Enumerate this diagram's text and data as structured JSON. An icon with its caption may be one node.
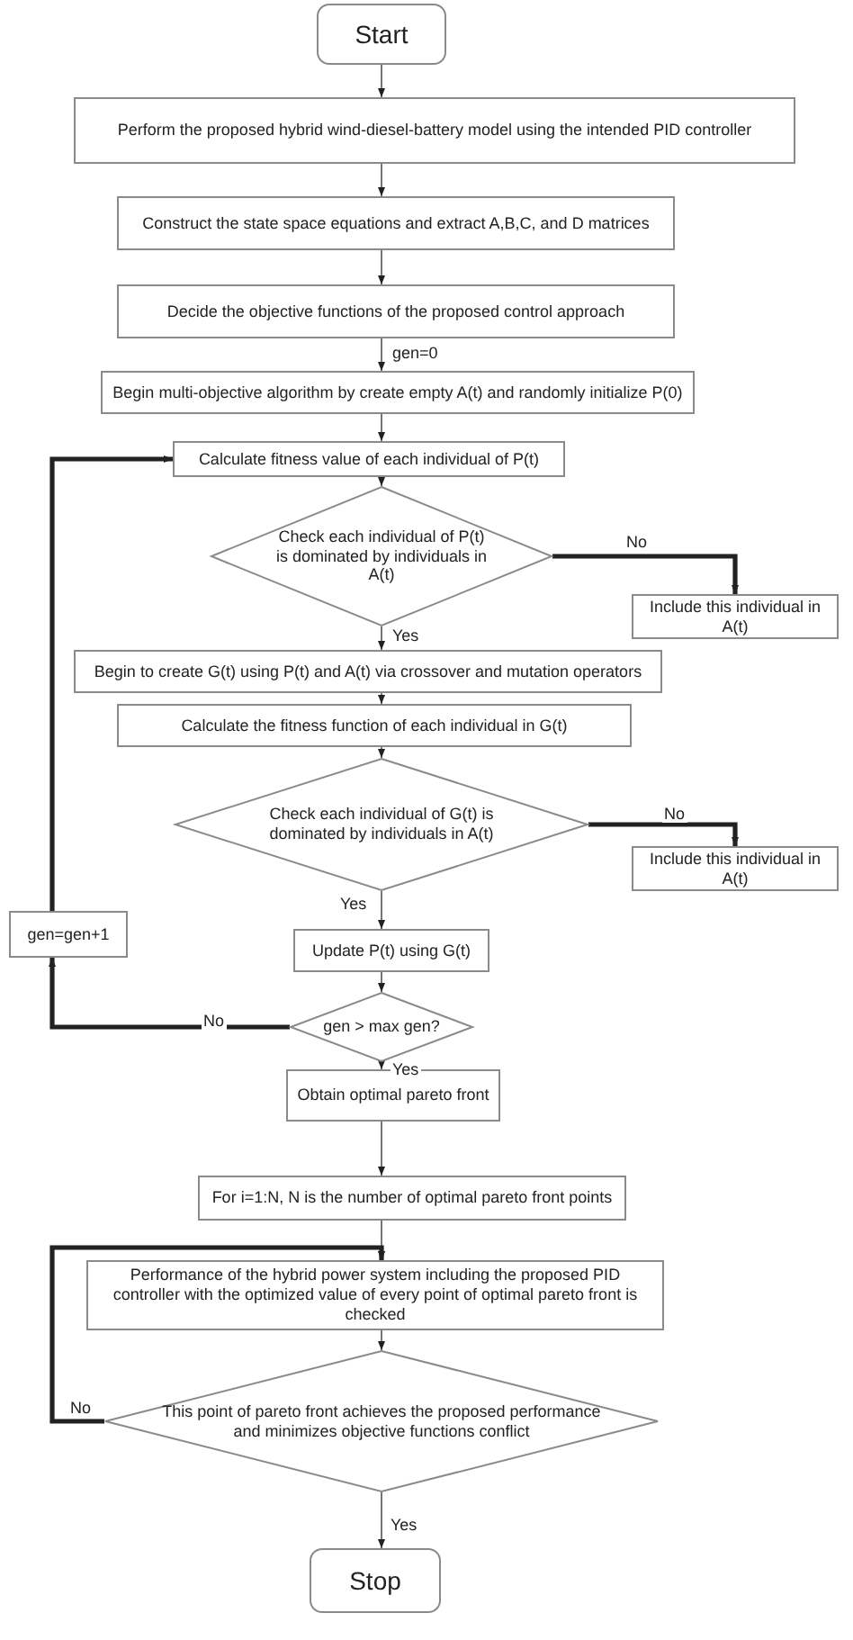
{
  "diagram": {
    "nodes": [
      {
        "text": [
          "Start"
        ]
      },
      {
        "text": [
          "Perform the proposed hybrid wind-diesel-battery model using the intended PID controller"
        ]
      },
      {
        "text": [
          "Construct the state space equations and extract A,B,C, and D matrices"
        ]
      },
      {
        "text": [
          "Decide the objective functions of the proposed control approach"
        ]
      },
      {
        "text": [
          "Begin multi-objective algorithm by create empty A(t) and randomly initialize P(0)"
        ]
      },
      {
        "text": [
          "Calculate fitness value of each individual of P(t)"
        ]
      },
      {
        "text": [
          "Check each individual of P(t) is dominated by individuals in A(t)"
        ]
      },
      {
        "text": [
          "Include this individual in A(t)"
        ]
      },
      {
        "text": [
          "Begin to create G(t) using P(t) and A(t) via crossover and mutation operators"
        ]
      },
      {
        "text": [
          "Calculate the fitness function of each individual in G(t)"
        ]
      },
      {
        "text": [
          "Check each individual of G(t) is dominated by individuals in A(t)"
        ]
      },
      {
        "text": [
          "Include this individual in A(t)"
        ]
      },
      {
        "text": [
          "gen=gen+1"
        ]
      },
      {
        "text": [
          "Update P(t) using G(t)"
        ]
      },
      {
        "text": [
          "gen > max gen?"
        ]
      },
      {
        "text": [
          "Obtain optimal pareto front"
        ]
      },
      {
        "text": [
          "For i=1:N, N is the number of optimal pareto front points"
        ]
      },
      {
        "text": [
          "Performance of the hybrid power system including the proposed PID controller with the optimized value of every point of optimal pareto front is checked"
        ]
      },
      {
        "text": [
          "This point of pareto front achieves the proposed performance and minimizes objective functions conflict"
        ]
      },
      {
        "text": [
          "Stop"
        ]
      }
    ],
    "edges": [
      {
        "from": 0,
        "to": 1,
        "arrow": "to"
      },
      {
        "from": 1,
        "to": 2,
        "arrow": "to"
      },
      {
        "from": 2,
        "to": 3,
        "arrow": "to"
      },
      {
        "from": 3,
        "to": 4,
        "arrow": "to",
        "label": "gen=0"
      },
      {
        "from": 4,
        "to": 5,
        "arrow": "to"
      },
      {
        "from": 5,
        "to": 6,
        "arrow": "to"
      },
      {
        "from": 6,
        "to": 7,
        "arrow": "to",
        "label": "No",
        "style": "thick"
      },
      {
        "from": 6,
        "to": 8,
        "arrow": "to",
        "label": "Yes"
      },
      {
        "from": 8,
        "to": 9,
        "arrow": "to"
      },
      {
        "from": 9,
        "to": 10,
        "arrow": "to"
      },
      {
        "from": 10,
        "to": 11,
        "arrow": "to",
        "label": "No",
        "style": "thick"
      },
      {
        "from": 10,
        "to": 13,
        "arrow": "to",
        "label": "Yes"
      },
      {
        "from": 13,
        "to": 14,
        "arrow": "to"
      },
      {
        "from": 14,
        "to": 12,
        "arrow": "to",
        "label": "No",
        "style": "thick"
      },
      {
        "from": 12,
        "to": 5,
        "arrow": "to",
        "style": "thick"
      },
      {
        "from": 14,
        "to": 15,
        "arrow": "to",
        "label": "Yes"
      },
      {
        "from": 15,
        "to": 16,
        "arrow": "to"
      },
      {
        "from": 16,
        "to": 17,
        "arrow": "to"
      },
      {
        "from": 18,
        "to": 17,
        "arrow": "to",
        "label": "No",
        "style": "thick"
      },
      {
        "from": 17,
        "to": 18,
        "arrow": "to"
      },
      {
        "from": 18,
        "to": 19,
        "arrow": "to",
        "label": "Yes"
      }
    ]
  }
}
